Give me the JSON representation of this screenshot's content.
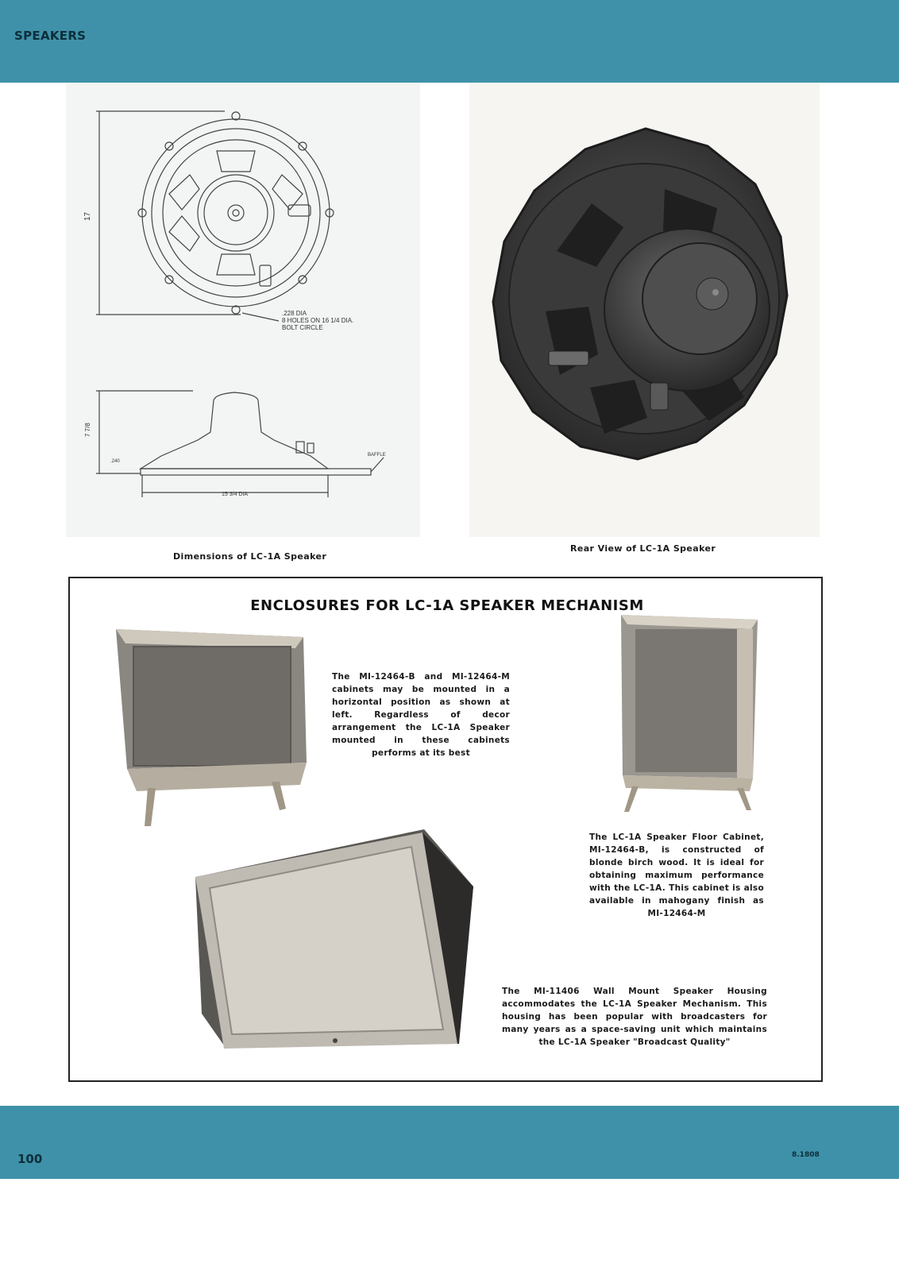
{
  "header": {
    "section": "SPEAKERS"
  },
  "figures": {
    "dimensions": {
      "caption": "Dimensions of LC-1A Speaker",
      "labels": {
        "height": "17",
        "depth": "7 7/8",
        "flange": ".240",
        "baffle": "BAFFLE",
        "cutout": "15 3/4 DIA",
        "holes_line1": ".228 DIA",
        "holes_line2": "8 HOLES ON 16 1/4 DIA.",
        "holes_line3": "BOLT CIRCLE"
      }
    },
    "rear_view": {
      "caption": "Rear View of LC-1A Speaker"
    }
  },
  "enclosures": {
    "title": "ENCLOSURES FOR LC-1A SPEAKER MECHANISM",
    "horizontal_text": "The MI-12464-B and MI-12464-M cabinets may be mounted in a horizontal position as shown at left. Regardless of decor arrangement the LC-1A Speaker mounted in these cabinets performs at its best",
    "floor_text": "The LC-1A Speaker Floor Cabinet, MI-12464-B, is constructed of blonde birch wood. It is ideal for obtaining maximum performance with the LC-1A. This cabinet is also available in mahogany finish as MI-12464-M",
    "wall_text": "The MI-11406 Wall Mount Speaker Housing accommodates the LC-1A Speaker Mechanism. This housing has been popular with broadcasters for many years as a space-saving unit which maintains the LC-1A Speaker \"Broadcast Quality\""
  },
  "footer": {
    "page_number": "100",
    "code": "8.1808"
  },
  "colors": {
    "band": "#3e91a8",
    "ink": "#0d2e3a"
  }
}
